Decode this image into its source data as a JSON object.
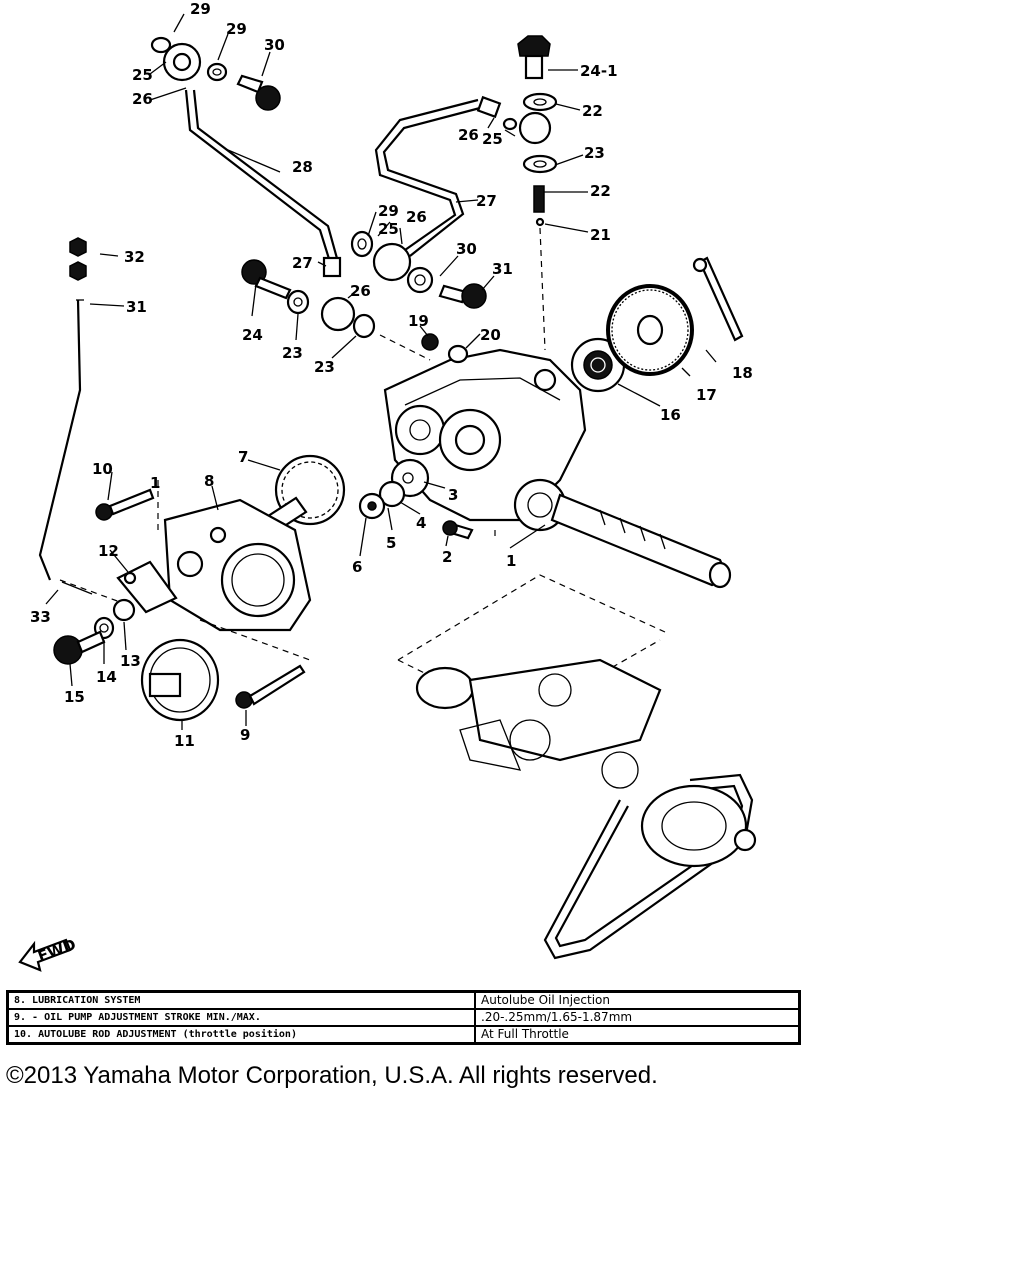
{
  "callouts": [
    {
      "id": "c1a",
      "label": "1"
    },
    {
      "id": "c1b",
      "label": "1"
    },
    {
      "id": "c2",
      "label": "2"
    },
    {
      "id": "c3",
      "label": "3"
    },
    {
      "id": "c4",
      "label": "4"
    },
    {
      "id": "c5",
      "label": "5"
    },
    {
      "id": "c6",
      "label": "6"
    },
    {
      "id": "c7",
      "label": "7"
    },
    {
      "id": "c8",
      "label": "8"
    },
    {
      "id": "c9",
      "label": "9"
    },
    {
      "id": "c10",
      "label": "10"
    },
    {
      "id": "c11",
      "label": "11"
    },
    {
      "id": "c12",
      "label": "12"
    },
    {
      "id": "c13",
      "label": "13"
    },
    {
      "id": "c14",
      "label": "14"
    },
    {
      "id": "c15",
      "label": "15"
    },
    {
      "id": "c16",
      "label": "16"
    },
    {
      "id": "c17",
      "label": "17"
    },
    {
      "id": "c18",
      "label": "18"
    },
    {
      "id": "c19",
      "label": "19"
    },
    {
      "id": "c20",
      "label": "20"
    },
    {
      "id": "c21",
      "label": "21"
    },
    {
      "id": "c22",
      "label": "22"
    },
    {
      "id": "c23a",
      "label": "23"
    },
    {
      "id": "c23b",
      "label": "23"
    },
    {
      "id": "c23c",
      "label": "23"
    },
    {
      "id": "c23d",
      "label": "23"
    },
    {
      "id": "c24a",
      "label": "24"
    },
    {
      "id": "c24b",
      "label": "24-1"
    },
    {
      "id": "c25a",
      "label": "25"
    },
    {
      "id": "c25b",
      "label": "25"
    },
    {
      "id": "c25c",
      "label": "25"
    },
    {
      "id": "c25d",
      "label": "25"
    },
    {
      "id": "c26a",
      "label": "26"
    },
    {
      "id": "c26b",
      "label": "26"
    },
    {
      "id": "c26c",
      "label": "26"
    },
    {
      "id": "c26d",
      "label": "26"
    },
    {
      "id": "c27",
      "label": "27"
    },
    {
      "id": "c28",
      "label": "28"
    },
    {
      "id": "c29a",
      "label": "29"
    },
    {
      "id": "c29b",
      "label": "29"
    },
    {
      "id": "c29c",
      "label": "29"
    },
    {
      "id": "c29d",
      "label": "29"
    },
    {
      "id": "c30a",
      "label": "30"
    },
    {
      "id": "c30b",
      "label": "30"
    },
    {
      "id": "c31",
      "label": "31"
    },
    {
      "id": "c32",
      "label": "32"
    },
    {
      "id": "c33",
      "label": "33"
    }
  ],
  "fwd_label": "FWD",
  "spec_table": {
    "rows": [
      {
        "label": "8.  LUBRICATION SYSTEM",
        "value": "Autolube Oil Injection"
      },
      {
        "label": "9. - OIL PUMP ADJUSTMENT STROKE            MIN./MAX.",
        "value": ".20-.25mm/1.65-1.87mm"
      },
      {
        "label": "10.  AUTOLUBE ROD ADJUSTMENT (throttle position)",
        "value": "At Full Throttle"
      }
    ]
  },
  "copyright": "©2013 Yamaha Motor Corporation, U.S.A. All rights reserved."
}
